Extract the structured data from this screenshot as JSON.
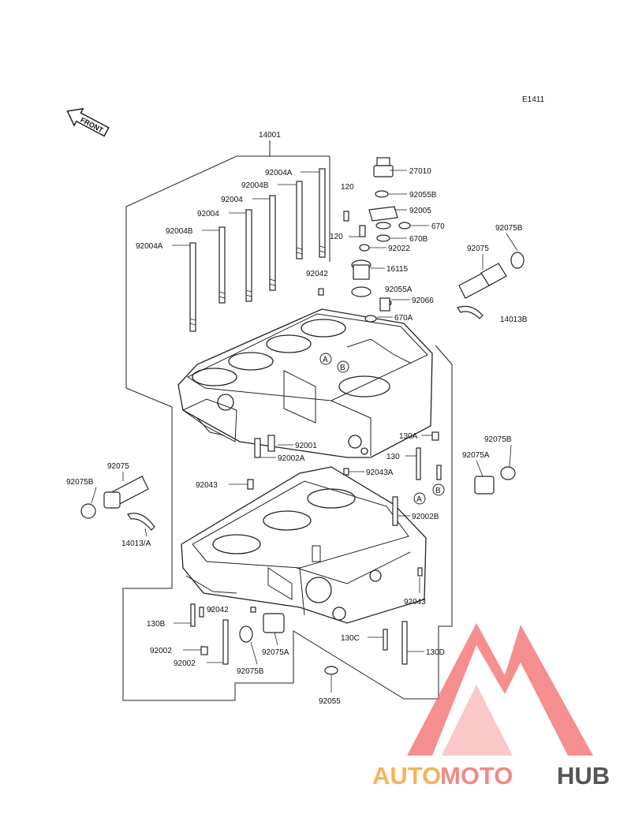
{
  "diagram": {
    "code": "E1411",
    "front_label": "FRONT",
    "labels": {
      "p14001": "14001",
      "p92004A_top": "92004A",
      "p92004B_top": "92004B",
      "p92004_1": "92004",
      "p92004_2": "92004",
      "p92004B_2": "92004B",
      "p92004A_2": "92004A",
      "p27010": "27010",
      "p120_top": "120",
      "p92055B": "92055B",
      "p92005": "92005",
      "p670": "670",
      "p120_2": "120",
      "p670B": "670B",
      "p92022": "92022",
      "p16115": "16115",
      "p92042_top": "92042",
      "p92055A": "92055A",
      "p92066": "92066",
      "p670A": "670A",
      "p92075B_r": "92075B",
      "p92075_r": "92075",
      "p14013B": "14013B",
      "p92001": "92001",
      "p92002A": "92002A",
      "p130A": "130A",
      "p130": "130",
      "p92043A": "92043A",
      "p92075B_r2": "92075B",
      "p92075A_r": "92075A",
      "p92043_top": "92043",
      "p92075_l": "92075",
      "p92075B_l": "92075B",
      "p14013A": "14013/A",
      "p92002B": "92002B",
      "p92043_b": "92043",
      "p130B": "130B",
      "p92042_b": "92042",
      "p92002_1": "92002",
      "p92002_2": "92002",
      "p92075A_b": "92075A",
      "p92075B_b": "92075B",
      "p130C": "130C",
      "p130D": "130D",
      "p92055": "92055"
    },
    "callouts": {
      "a1": "A",
      "b1": "B",
      "a2": "A",
      "b2": "B"
    }
  },
  "watermark": {
    "part1": "AUTO",
    "part2": "MOTO",
    "part3": "HUB",
    "color1": "#f5b35a",
    "color2": "#f08a8a",
    "color3": "#555555",
    "logo_color": "#f26a6a"
  }
}
